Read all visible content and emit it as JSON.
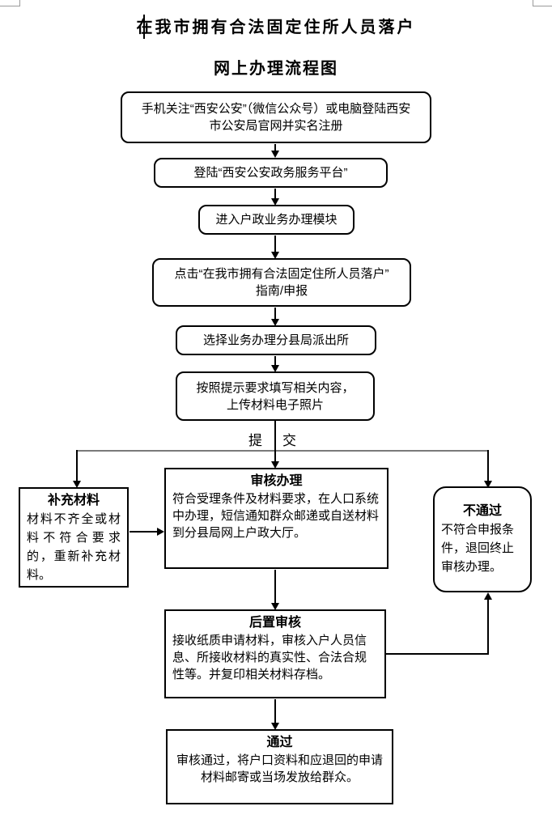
{
  "title": {
    "line1": "在我市拥有合法固定住所人员落户",
    "line2": "网上办理流程图"
  },
  "steps": {
    "step1_line1": "手机关注“西安公安”（微信公众号）或电脑登陆西安",
    "step1_line2": "市公安局官网并实名注册",
    "step2": "登陆“西安公安政务服务平台”",
    "step3": "进入户政业务办理模块",
    "step4_line1": "点击“在我市拥有合法固定住所人员落户”",
    "step4_line2": "指南/申报",
    "step5": "选择业务办理分县局派出所",
    "step6_line1": "按照提示要求填写相关内容，",
    "step6_line2": "上传材料电子照片"
  },
  "submit_label": {
    "left": "提",
    "right": "交"
  },
  "branches": {
    "supplement": {
      "title": "补充材料",
      "body": "材料不齐全或材料不符合要求的，重新补充材料。"
    },
    "review": {
      "title": "审核办理",
      "body": "符合受理条件及材料要求，在人口系统中办理，短信通知群众邮递或自送材料到分县局网上户政大厅。"
    },
    "reject": {
      "title": "不通过",
      "body": "不符合申报条件，退回终止审核办理。"
    },
    "post_review": {
      "title": "后置审核",
      "body": "接收纸质申请材料，审核入户人员信息、所接收材料的真实性、合法合规性等。并复印相关材料存档。"
    },
    "pass": {
      "title": "通过",
      "body": "审核通过，将户口资料和应退回的申请材料邮寄或当场发放给群众。"
    }
  },
  "colors": {
    "line": "#000000",
    "branch_line": "#7a7a7a",
    "crop_mark": "#9a9a9a",
    "background": "#ffffff",
    "text": "#000000"
  }
}
